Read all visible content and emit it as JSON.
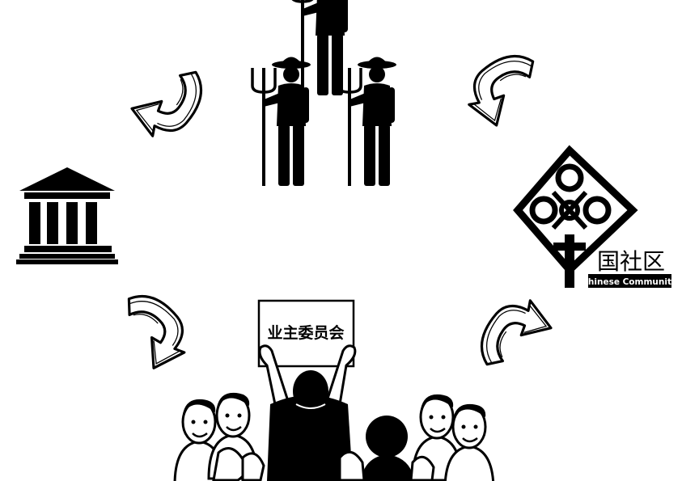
{
  "sign": {
    "text": "业主委员会"
  },
  "logo": {
    "chinese": "国社区",
    "english": "Chinese Community"
  },
  "colors": {
    "ink": "#000000",
    "paper": "#ffffff"
  },
  "nodes": [
    {
      "id": "farmers",
      "icon": "farmers-with-pitchforks-icon"
    },
    {
      "id": "community",
      "icon": "chinese-community-logo"
    },
    {
      "id": "owners-committee",
      "icon": "crowd-with-sign-icon"
    },
    {
      "id": "government",
      "icon": "government-building-icon"
    }
  ],
  "arrows": [
    {
      "id": "top-left",
      "icon": "curved-arrow-icon"
    },
    {
      "id": "top-right",
      "icon": "curved-arrow-icon"
    },
    {
      "id": "bottom-right",
      "icon": "curved-arrow-icon"
    },
    {
      "id": "bottom-left",
      "icon": "curved-arrow-icon"
    }
  ]
}
